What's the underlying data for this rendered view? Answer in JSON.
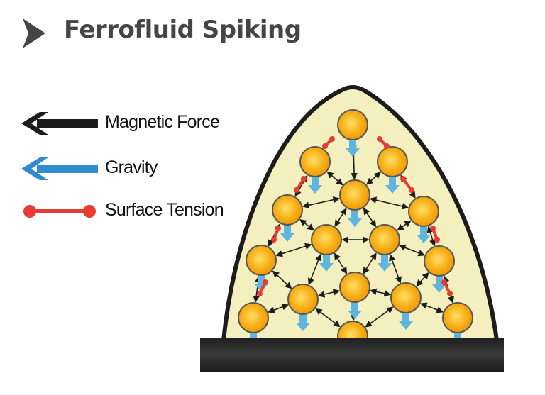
{
  "title": "Ferrofluid Spiking",
  "legend": [
    {
      "label": "Magnetic Force",
      "color": "#1c1c1c",
      "icon": "arrow-left-icon"
    },
    {
      "label": "Gravity",
      "color": "#2f8dcf",
      "icon": "arrow-left-icon"
    },
    {
      "label": "Surface Tension",
      "color": "#e63a32",
      "icon": "dumbbell-link-icon"
    }
  ],
  "colors": {
    "title": "#454545",
    "chevron": "#454545",
    "fluid_fill": "#f3efbf",
    "fluid_outline": "#1c1c1c",
    "base": "#262626",
    "particle_fill": "#f5a000",
    "particle_core": "#ffd84a",
    "particle_outline": "#555555",
    "gravity_arrow": "#5fb4e0",
    "magnetic_arrow": "#1c1c1c",
    "surface_tension": "#e63a32"
  }
}
